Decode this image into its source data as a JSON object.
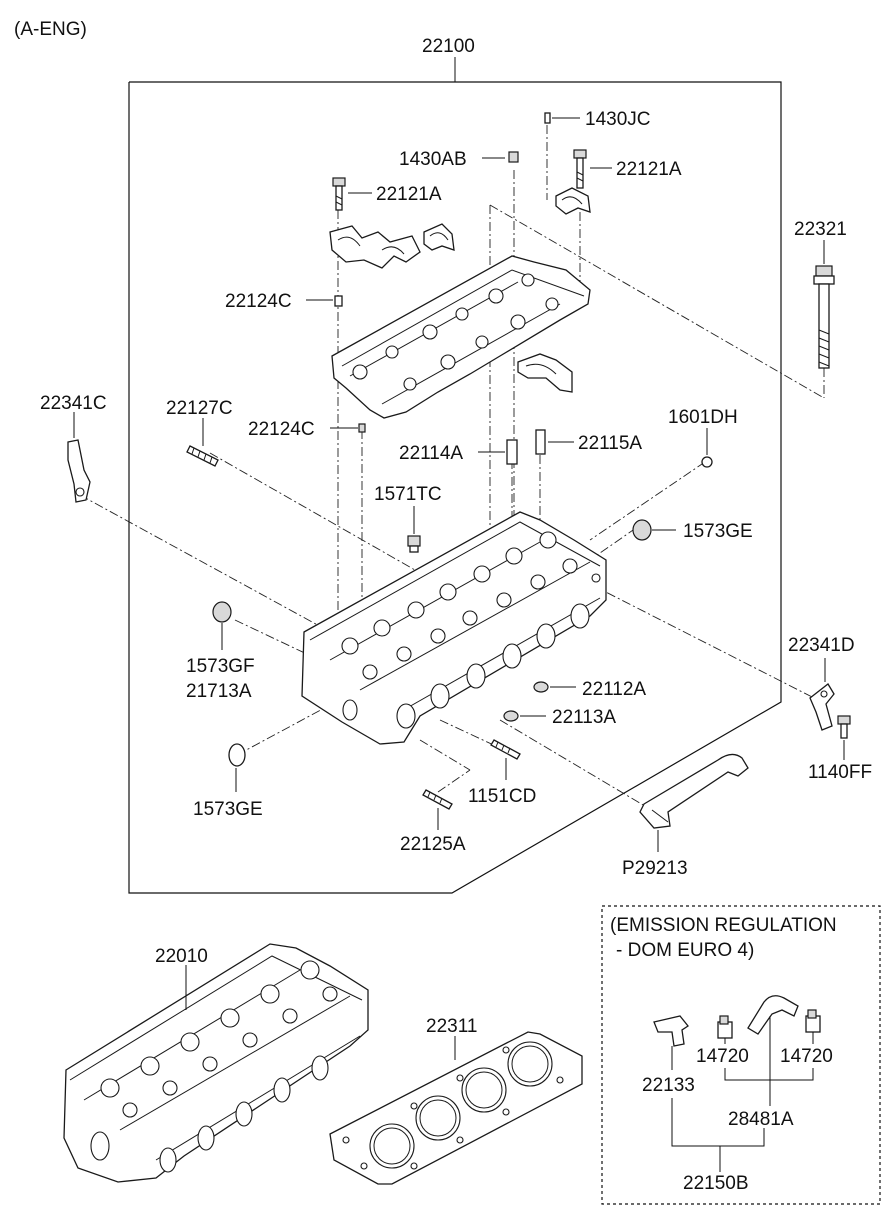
{
  "header": {
    "engine": "(A-ENG)"
  },
  "assembly_label": "22100",
  "labels": {
    "p1430JC": "1430JC",
    "p1430AB": "1430AB",
    "p22121A_r": "22121A",
    "p22121A_l": "22121A",
    "p22321": "22321",
    "p22124C_t": "22124C",
    "p22341C": "22341C",
    "p22127C": "22127C",
    "p22124C_b": "22124C",
    "p1601DH": "1601DH",
    "p22114A": "22114A",
    "p22115A": "22115A",
    "p1571TC": "1571TC",
    "p1573GE_r": "1573GE",
    "p1573GF": "1573GF",
    "p21713A": "21713A",
    "p22341D": "22341D",
    "p22112A": "22112A",
    "p22113A": "22113A",
    "p1140FF": "1140FF",
    "p1573GE_l": "1573GE",
    "p1151CD": "1151CD",
    "p22125A": "22125A",
    "pP29213": "P29213",
    "p22010": "22010",
    "p22311": "22311",
    "p14720_l": "14720",
    "p14720_r": "14720",
    "p22133": "22133",
    "p28481A": "28481A",
    "p22150B": "22150B"
  },
  "emission_box": {
    "line1": "(EMISSION REGULATION",
    "line2": "- DOM EURO 4)"
  }
}
